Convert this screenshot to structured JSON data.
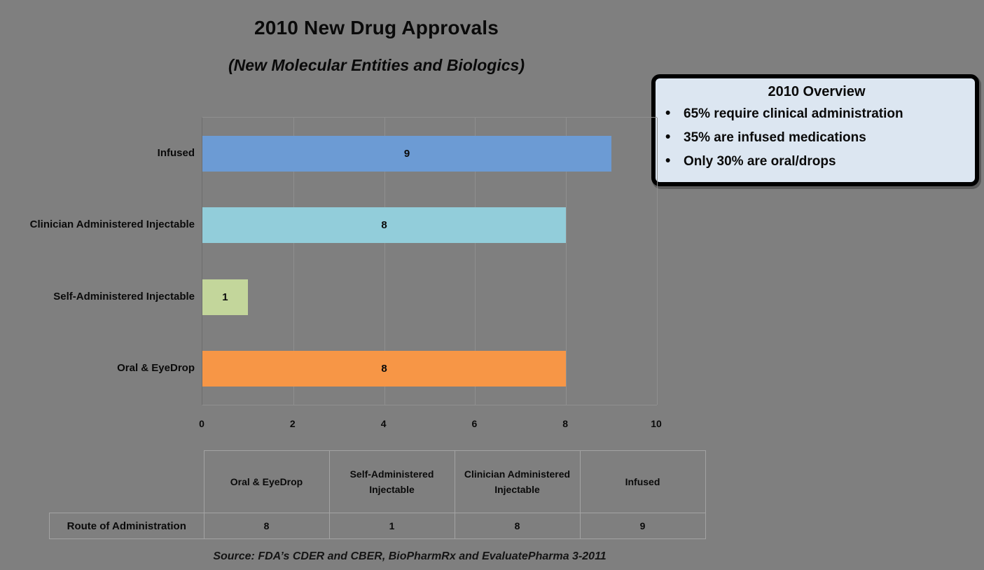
{
  "page": {
    "background": "#7f7f7f",
    "title": "2010 New Drug Approvals",
    "subtitle": "(New Molecular Entities and Biologics)",
    "source": "Source: FDA’s CDER and CBER, BioPharmRx and EvaluatePharma 3-2011"
  },
  "overview_box": {
    "title": "2010 Overview",
    "bullets": [
      "65% require clinical administration",
      "35% are infused medications",
      "Only 30% are oral/drops"
    ],
    "background": "#dce6f1",
    "border_color": "#000000",
    "bullet_icon": "•"
  },
  "chart_data": {
    "type": "bar",
    "orientation": "horizontal",
    "title": "2010 New Drug Approvals",
    "subtitle": "(New Molecular Entities and Biologics)",
    "categories": [
      "Infused",
      "Clinician Administered Injectable",
      "Self-Administered Injectable",
      "Oral & EyeDrop"
    ],
    "values": [
      9,
      8,
      1,
      8
    ],
    "colors": [
      "#6c9bd4",
      "#92cdda",
      "#c3d69b",
      "#f79646"
    ],
    "xlim": [
      0,
      10
    ],
    "xticks": [
      0,
      2,
      4,
      6,
      8,
      10
    ],
    "grid": "vertical-gridlines-on",
    "value_label_position": "center",
    "xlabel": "",
    "ylabel": ""
  },
  "table": {
    "row_header": "Route of Administration",
    "columns": [
      "Oral & EyeDrop",
      "Self-Administered Injectable",
      "Clinician Administered Injectable",
      "Infused"
    ],
    "values": [
      8,
      1,
      8,
      9
    ]
  }
}
